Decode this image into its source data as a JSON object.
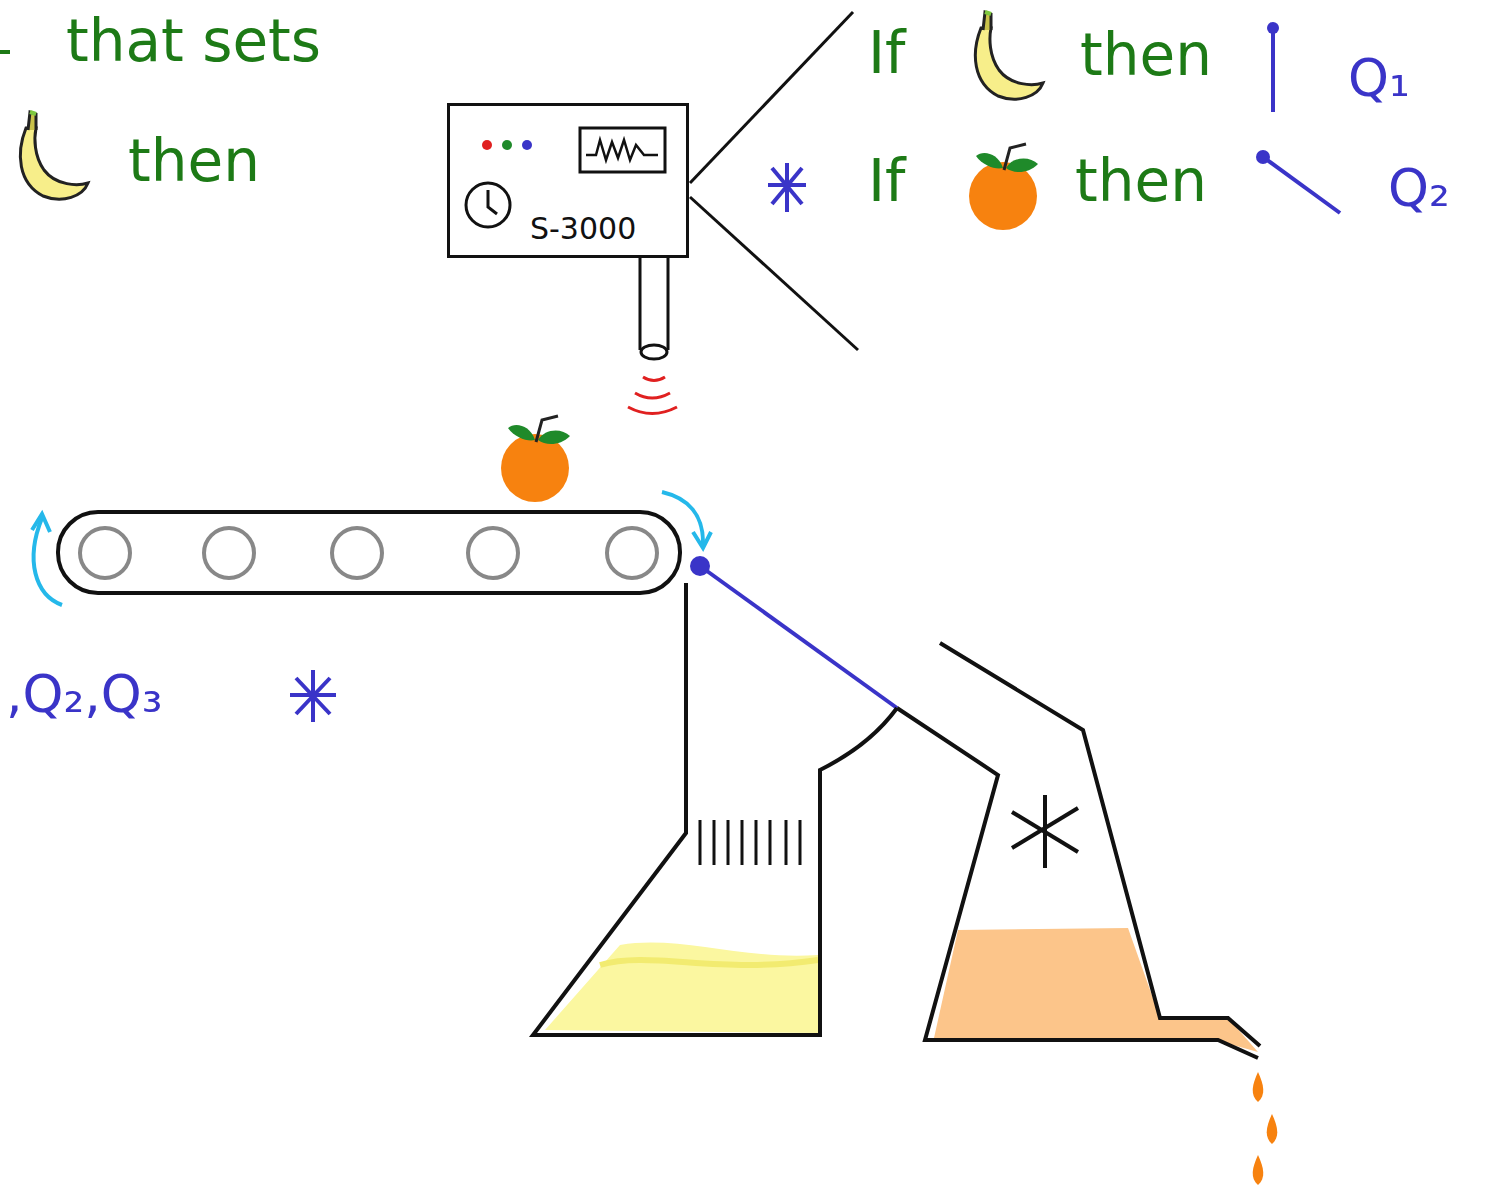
{
  "diagram": {
    "nodes": [
      {
        "text": [
          "S-3000"
        ]
      }
    ],
    "labels": [
      "that sets",
      "then",
      "If",
      "then",
      "Q₁",
      "If",
      "then",
      "Q₂",
      ",Q₂,Q₃"
    ]
  }
}
